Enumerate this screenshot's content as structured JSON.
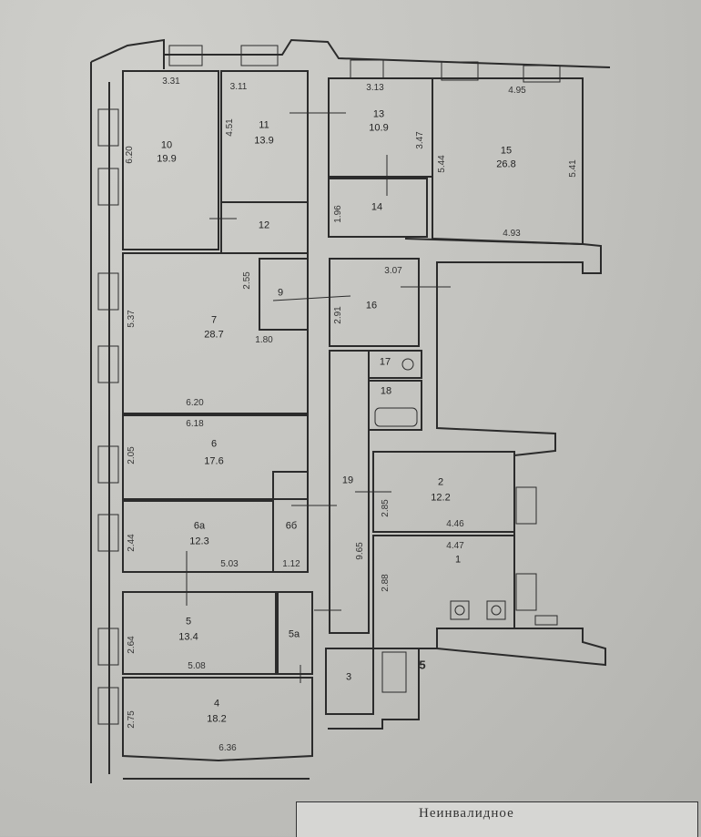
{
  "rooms": [
    {
      "id": "r10",
      "num": "10",
      "area": "19.9"
    },
    {
      "id": "r11",
      "num": "11",
      "area": "13.9"
    },
    {
      "id": "r12",
      "num": "12",
      "area": ""
    },
    {
      "id": "r13",
      "num": "13",
      "area": "10.9"
    },
    {
      "id": "r14",
      "num": "14",
      "area": ""
    },
    {
      "id": "r15",
      "num": "15",
      "area": "26.8"
    },
    {
      "id": "r9",
      "num": "9",
      "area": ""
    },
    {
      "id": "r16",
      "num": "16",
      "area": ""
    },
    {
      "id": "r7",
      "num": "7",
      "area": "28.7"
    },
    {
      "id": "r17",
      "num": "17",
      "area": ""
    },
    {
      "id": "r18",
      "num": "18",
      "area": ""
    },
    {
      "id": "r6",
      "num": "6",
      "area": "17.6"
    },
    {
      "id": "r19",
      "num": "19",
      "area": ""
    },
    {
      "id": "r2",
      "num": "2",
      "area": "12.2"
    },
    {
      "id": "r6a",
      "num": "6а",
      "area": "12.3"
    },
    {
      "id": "r6b",
      "num": "6б",
      "area": ""
    },
    {
      "id": "r1",
      "num": "1",
      "area": ""
    },
    {
      "id": "r5",
      "num": "5",
      "area": "13.4"
    },
    {
      "id": "r5a",
      "num": "5а",
      "area": ""
    },
    {
      "id": "r3",
      "num": "3",
      "area": ""
    },
    {
      "id": "r4",
      "num": "4",
      "area": "18.2"
    }
  ],
  "dimensions": [
    "3.31",
    "3.11",
    "3.13",
    "4.95",
    "6.20",
    "4.51",
    "3.47",
    "5.44",
    "5.41",
    "1.96",
    "4.93",
    "3.07",
    "2.55",
    "5.37",
    "2.91",
    "1.80",
    "6.20",
    "6.18",
    "2.05",
    "2.85",
    "4.46",
    "4.47",
    "2.88",
    "9.65",
    "2.44",
    "5.03",
    "1.12",
    "2.64",
    "5.08",
    "2.75",
    "6.36"
  ],
  "entrance_label": "5",
  "stamp_text": "Неинвалидное"
}
